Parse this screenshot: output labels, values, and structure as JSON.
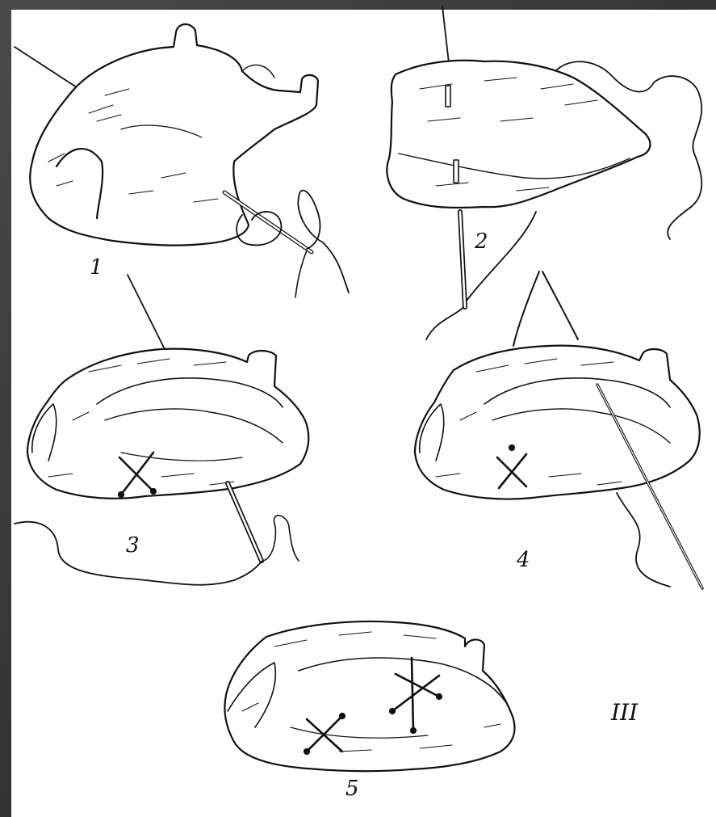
{
  "figure": {
    "panel_labels": [
      "1",
      "2",
      "3",
      "4",
      "5"
    ],
    "roman_label": "III"
  }
}
